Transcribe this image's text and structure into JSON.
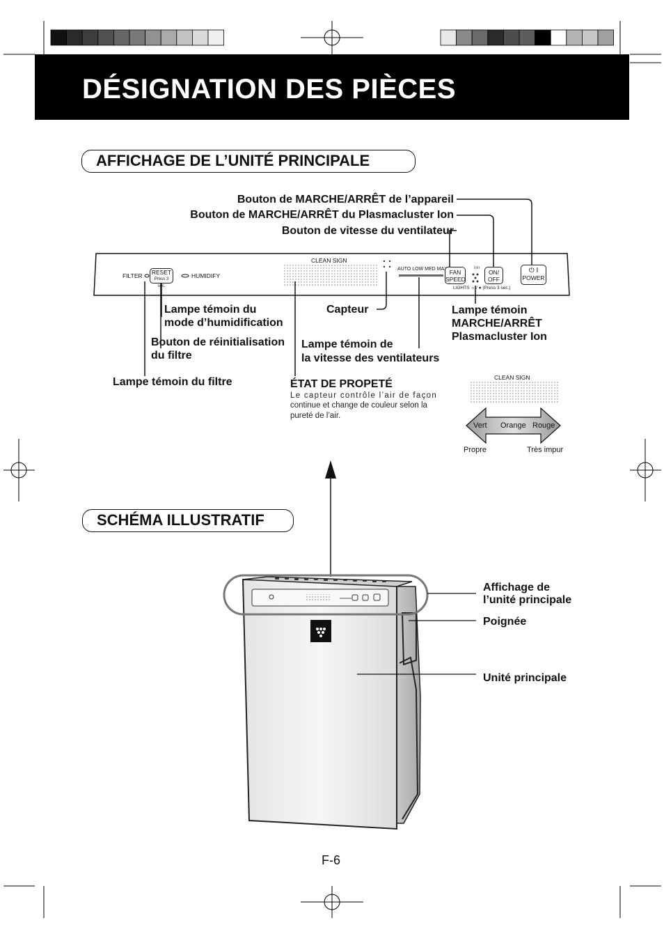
{
  "page": {
    "title": "DÉSIGNATION DES PIÈCES",
    "page_number": "F-6"
  },
  "section1": {
    "heading": "AFFICHAGE DE L’UNITÉ PRINCIPALE",
    "labels": {
      "power_button": "Bouton de MARCHE/ARRÊT de l’appareil",
      "plasma_button": "Bouton de MARCHE/ARRÊT du Plasmacluster Ion",
      "fan_button": "Bouton de vitesse du ventilateur",
      "humid_lamp_1": "Lampe témoin du",
      "humid_lamp_2": "mode d’humidification",
      "sensor": "Capteur",
      "plasma_lamp_1": "Lampe témoin",
      "plasma_lamp_2": "MARCHE/ARRÊT",
      "plasma_lamp_3": "Plasmacluster Ion",
      "reset_1": "Bouton de réinitialisation",
      "reset_2": "du filtre",
      "speed_lamp_1": "Lampe témoin de",
      "speed_lamp_2": "la vitesse des ventilateurs",
      "filter_lamp": "Lampe témoin du filtre"
    },
    "panel": {
      "filter": "FILTER",
      "reset": "RESET",
      "reset_sub": "Press 3 sec.",
      "humidify": "HUMIDIFY",
      "clean_sign": "CLEAN SIGN",
      "speeds": "AUTO LOW MED MAX",
      "fan_speed_1": "FAN",
      "fan_speed_2": "SPEED",
      "ion": "Ion",
      "onoff_1": "ON/",
      "onoff_2": "OFF",
      "lights": "LIGHTS ☼ / ● (Press 3 sec.)",
      "power": "POWER"
    },
    "purity": {
      "heading": "ÉTAT DE PROPETÉ",
      "text_1": "Le capteur contrôle l’air de façon",
      "text_2": "continue et change de couleur selon la",
      "text_3": "pureté de l’air.",
      "clean_sign": "CLEAN SIGN",
      "green": "Vert",
      "orange": "Orange",
      "red": "Rouge",
      "clean": "Propre",
      "very_dirty": "Très impur"
    }
  },
  "section2": {
    "heading": "SCHÉMA ILLUSTRATIF",
    "labels": {
      "display_1": "Affichage de",
      "display_2": "l’unité principale",
      "handle": "Poignée",
      "main_unit": "Unité principale"
    }
  },
  "registration_bar": {
    "left_grays": [
      "#111111",
      "#2a2a2a",
      "#3d3d3d",
      "#505050",
      "#666666",
      "#7a7a7a",
      "#929292",
      "#aaaaaa",
      "#c2c2c2",
      "#dadada",
      "#f0f0f0"
    ],
    "right_grays": [
      "#e8e8e8",
      "#8a8a8a",
      "#6a6a6a",
      "#2a2a2a",
      "#4d4d4d",
      "#5d5d5d",
      "#000000",
      "#ffffff",
      "#b4b4b4",
      "#c8c8c8",
      "#a0a0a0"
    ]
  }
}
